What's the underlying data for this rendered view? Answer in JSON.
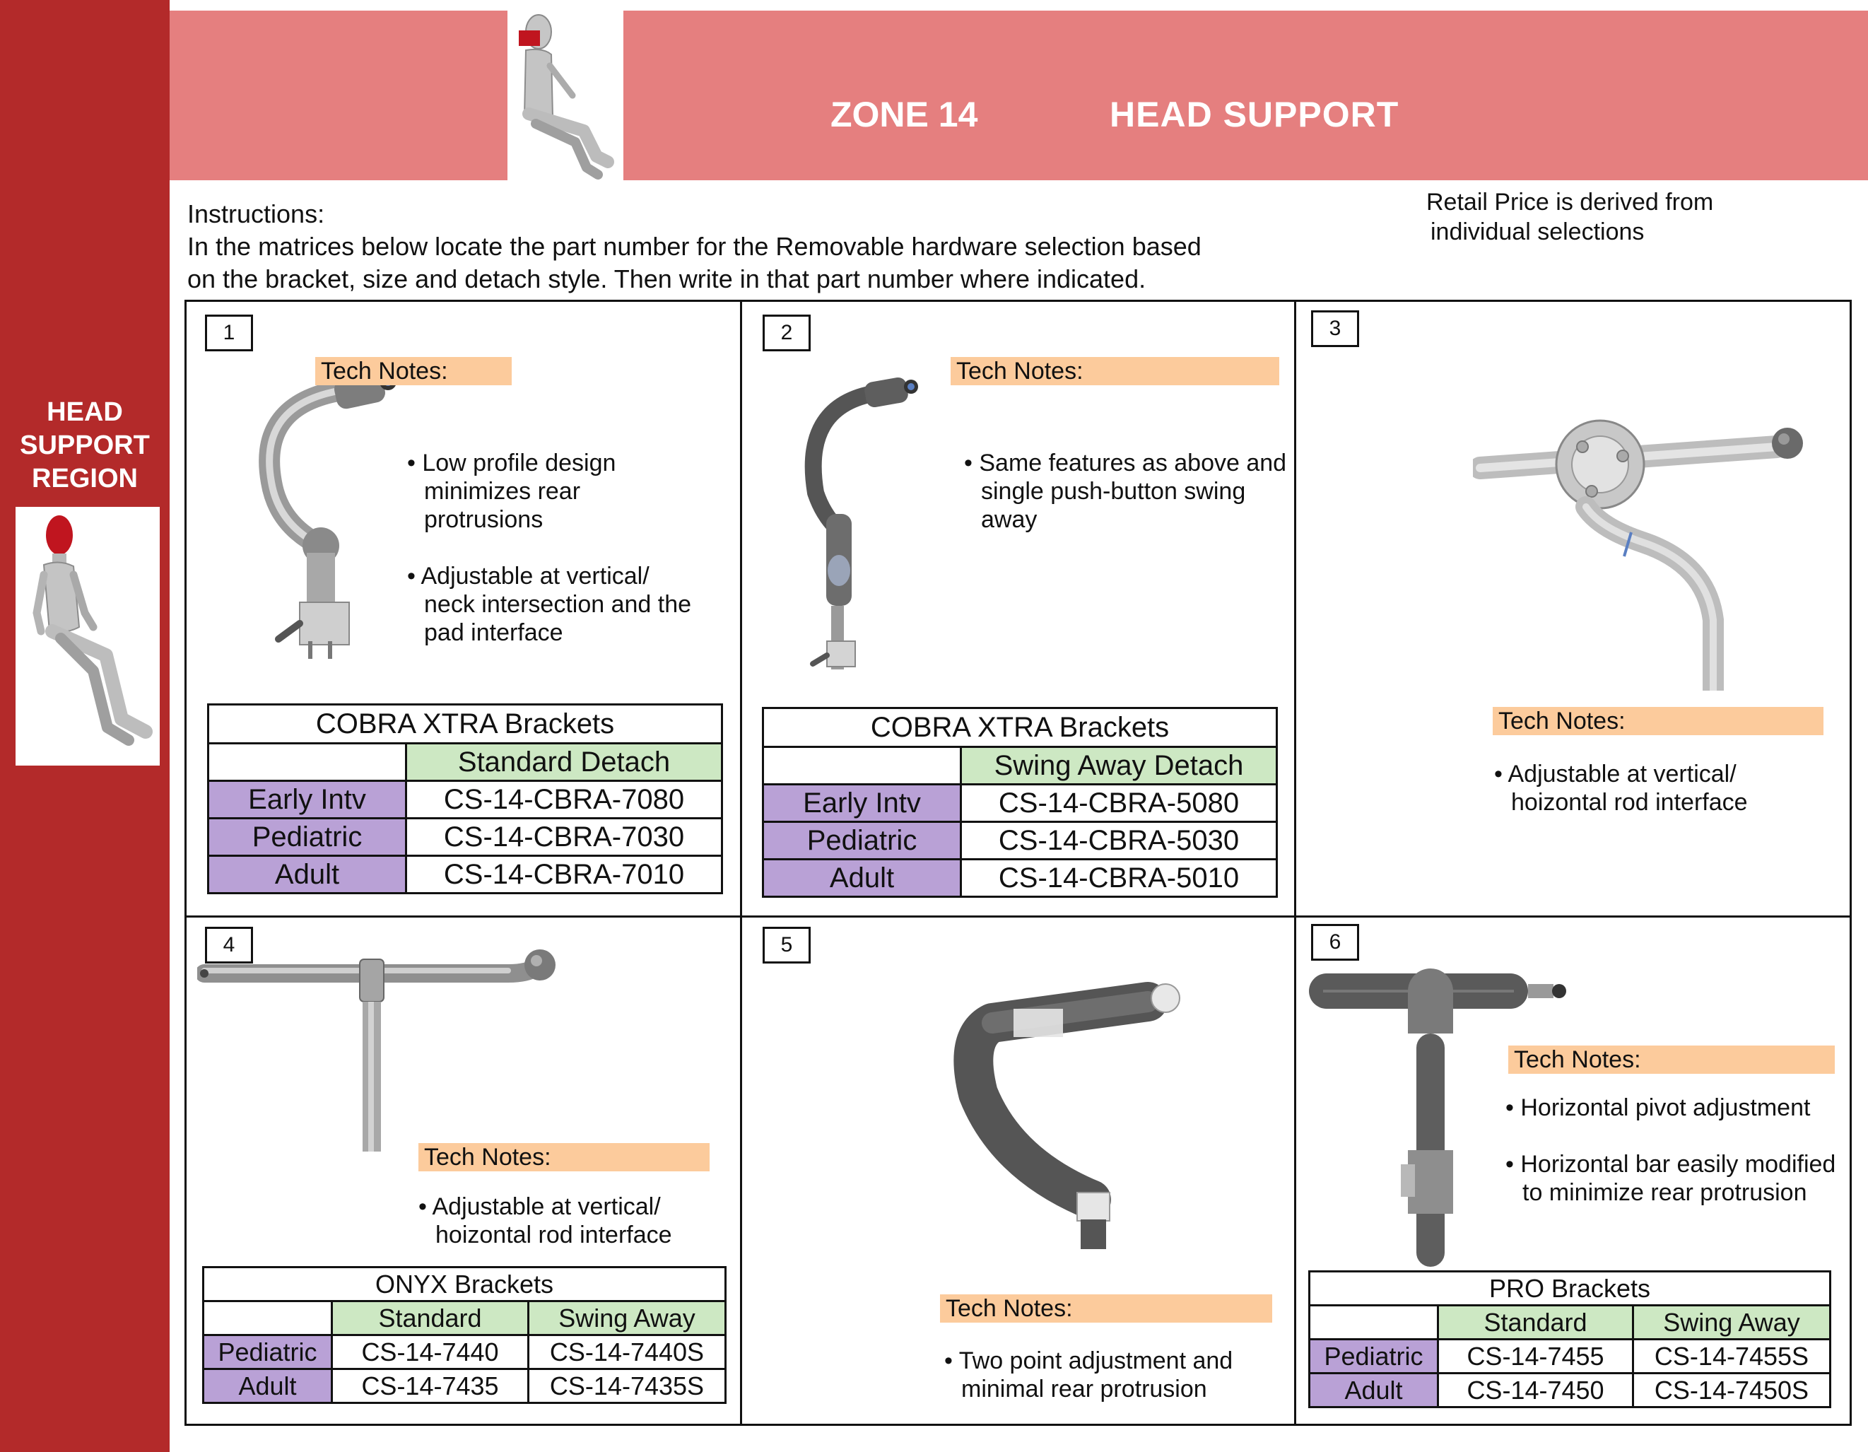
{
  "header": {
    "zone": "ZONE 14",
    "title": "HEAD SUPPORT"
  },
  "sidebar": {
    "title_lines": [
      "HEAD",
      "SUPPORT",
      "REGION"
    ]
  },
  "instructions": {
    "lines": [
      "Instructions:",
      "In the matrices below locate the part number for the Removable hardware selection based",
      "on the bracket, size and detach style. Then write in that part number where indicated."
    ]
  },
  "price_note": {
    "lines": [
      "Retail Price is derived from",
      "individual selections"
    ]
  },
  "cells": [
    {
      "number": "1",
      "tech_notes_label": "Tech Notes:",
      "notes": [
        "Low profile design minimizes rear protrusions",
        "Adjustable at vertical/ neck intersection and the pad interface"
      ],
      "table": {
        "title": "COBRA XTRA Brackets",
        "columns": [
          "Standard Detach"
        ],
        "rows": [
          {
            "label": "Early Intv",
            "values": [
              "CS-14-CBRA-7080"
            ]
          },
          {
            "label": "Pediatric",
            "values": [
              "CS-14-CBRA-7030"
            ]
          },
          {
            "label": "Adult",
            "values": [
              "CS-14-CBRA-7010"
            ]
          }
        ]
      }
    },
    {
      "number": "2",
      "tech_notes_label": "Tech Notes:",
      "notes": [
        "Same features as above and single push-button swing away"
      ],
      "table": {
        "title": "COBRA XTRA Brackets",
        "columns": [
          "Swing Away Detach"
        ],
        "rows": [
          {
            "label": "Early Intv",
            "values": [
              "CS-14-CBRA-5080"
            ]
          },
          {
            "label": "Pediatric",
            "values": [
              "CS-14-CBRA-5030"
            ]
          },
          {
            "label": "Adult",
            "values": [
              "CS-14-CBRA-5010"
            ]
          }
        ]
      }
    },
    {
      "number": "3",
      "tech_notes_label": "Tech Notes:",
      "notes": [
        "Adjustable at  vertical/ hoizontal rod interface"
      ]
    },
    {
      "number": "4",
      "tech_notes_label": "Tech Notes:",
      "notes": [
        "Adjustable at  vertical/ hoizontal rod interface"
      ],
      "table": {
        "title": "ONYX Brackets",
        "columns": [
          "Standard",
          "Swing Away"
        ],
        "rows": [
          {
            "label": "Pediatric",
            "values": [
              "CS-14-7440",
              "CS-14-7440S"
            ]
          },
          {
            "label": "Adult",
            "values": [
              "CS-14-7435",
              "CS-14-7435S"
            ]
          }
        ]
      }
    },
    {
      "number": "5",
      "tech_notes_label": "Tech Notes:",
      "notes": [
        "Two point adjustment and minimal rear protrusion"
      ]
    },
    {
      "number": "6",
      "tech_notes_label": "Tech Notes:",
      "notes": [
        "Horizontal pivot adjustment",
        "Horizontal bar easily modified to minimize rear protrusion"
      ],
      "table": {
        "title": "PRO Brackets",
        "columns": [
          "Standard",
          "Swing Away"
        ],
        "rows": [
          {
            "label": "Pediatric",
            "values": [
              "CS-14-7455",
              "CS-14-7455S"
            ]
          },
          {
            "label": "Adult",
            "values": [
              "CS-14-7450",
              "CS-14-7450S"
            ]
          }
        ]
      }
    }
  ],
  "colors": {
    "sidebar": "#b32a2a",
    "header": "#e57f7f",
    "tech_notes": "#fccb9c",
    "column_header": "#cde8c3",
    "row_header": "#b9a1d6"
  }
}
